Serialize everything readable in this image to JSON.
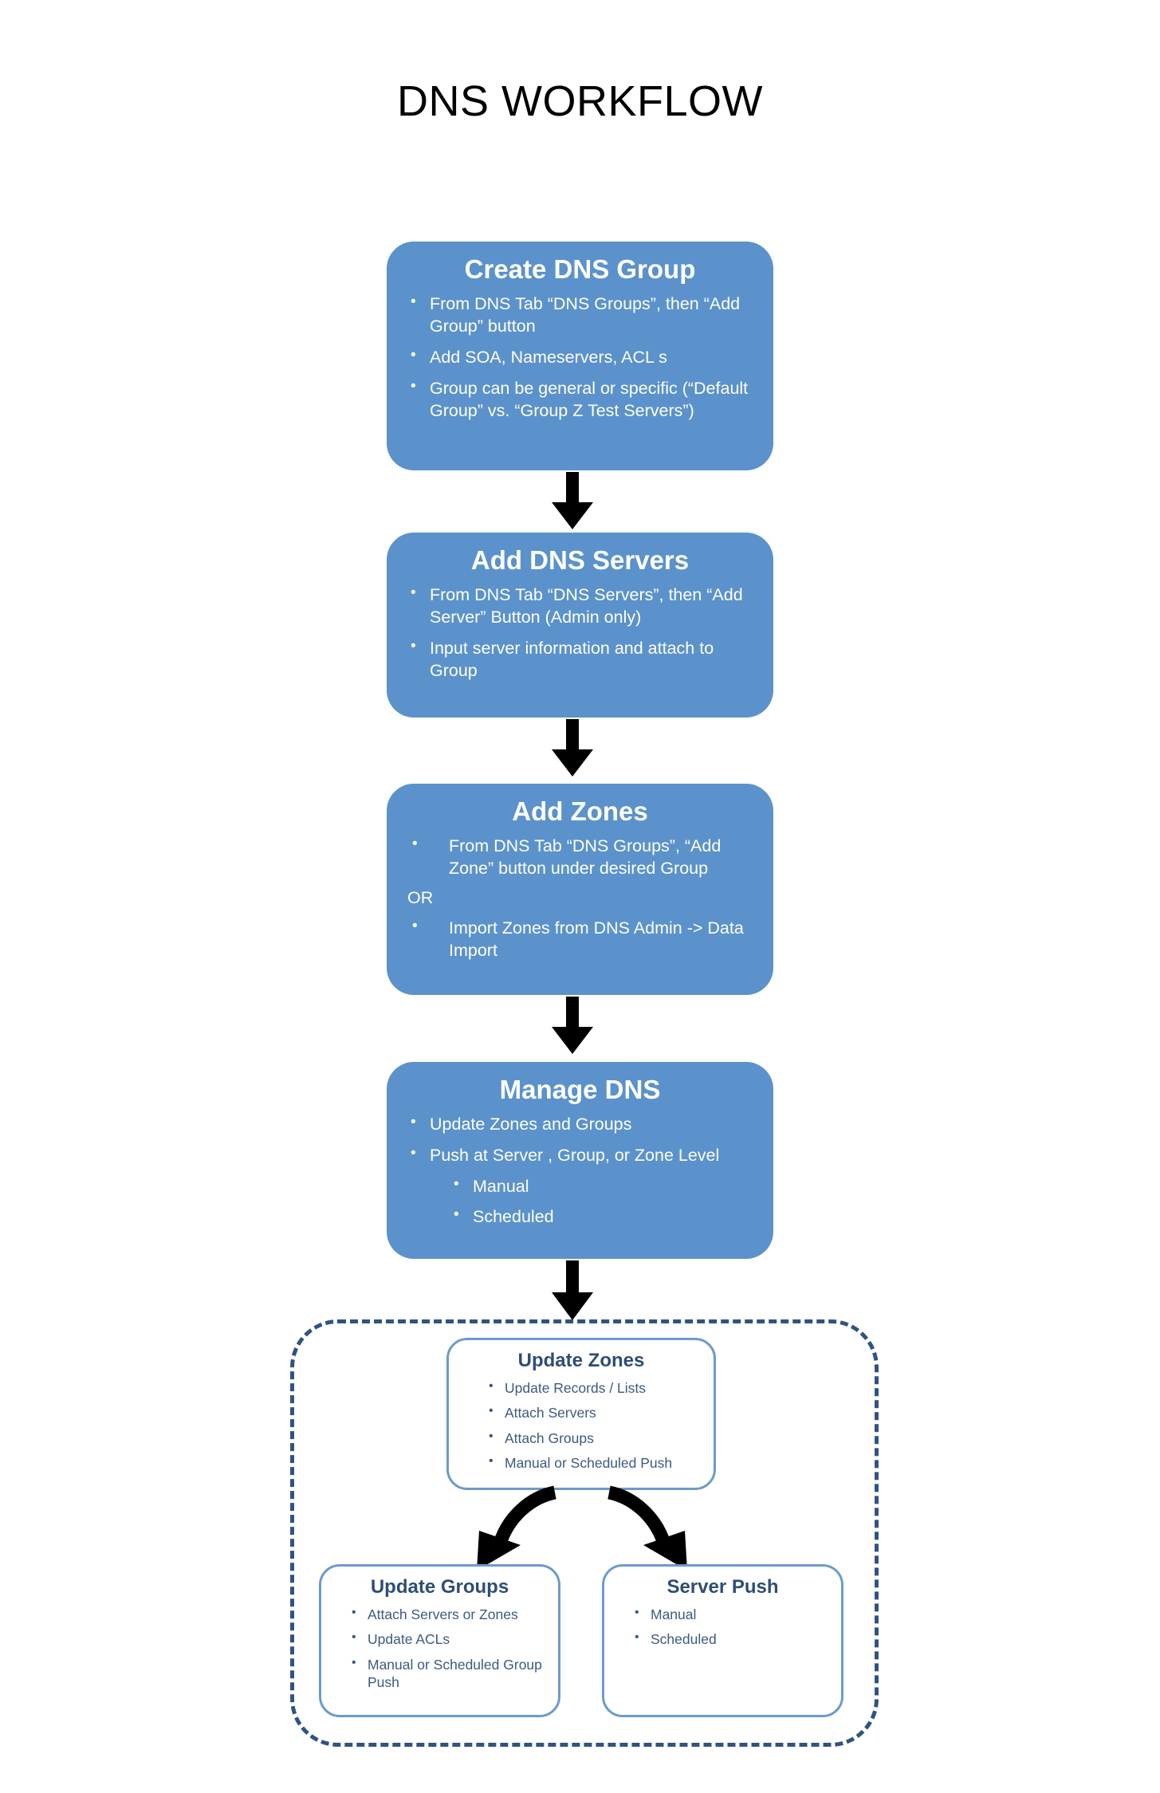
{
  "page": {
    "title": "DNS WORKFLOW",
    "background": "#FFFFFF",
    "accent_fill": "#5B92CB",
    "outline_stroke": "#6C9BCB",
    "dashed_stroke": "#2F5383",
    "outline_text": "#3C5A80",
    "outline_heading": "#2E4D77",
    "arrow_color": "#000000"
  },
  "steps": [
    {
      "id": "create-dns-group",
      "title": "Create DNS Group",
      "bullets": [
        "From DNS Tab “DNS Groups”, then “Add Group” button",
        "Add SOA, Nameservers, ACL s",
        "Group can be general or specific (“Default Group” vs. “Group Z Test Servers”)"
      ]
    },
    {
      "id": "add-dns-servers",
      "title": "Add DNS Servers",
      "bullets": [
        "From DNS Tab “DNS Servers”, then “Add Server” Button (Admin only)",
        "Input server information and attach to Group"
      ]
    },
    {
      "id": "add-zones",
      "title": "Add  Zones",
      "bullets_before_or": [
        "From DNS Tab “DNS Groups”, “Add Zone” button under desired Group"
      ],
      "or_label": "OR",
      "bullets_after_or": [
        "Import Zones from DNS Admin -> Data Import"
      ]
    },
    {
      "id": "manage-dns",
      "title": "Manage DNS",
      "bullets": [
        "Update Zones and Groups",
        "Push at Server , Group, or Zone Level"
      ],
      "sub_bullets": [
        "Manual",
        "Scheduled"
      ]
    }
  ],
  "detail_group": {
    "update_zones": {
      "title": "Update Zones",
      "bullets": [
        "Update Records / Lists",
        "Attach Servers",
        "Attach Groups",
        "Manual or Scheduled Push"
      ]
    },
    "update_groups": {
      "title": "Update Groups",
      "bullets": [
        "Attach Servers or Zones",
        "Update ACLs",
        "Manual or Scheduled Group Push"
      ]
    },
    "server_push": {
      "title": "Server Push",
      "bullets": [
        "Manual",
        "Scheduled"
      ]
    }
  }
}
